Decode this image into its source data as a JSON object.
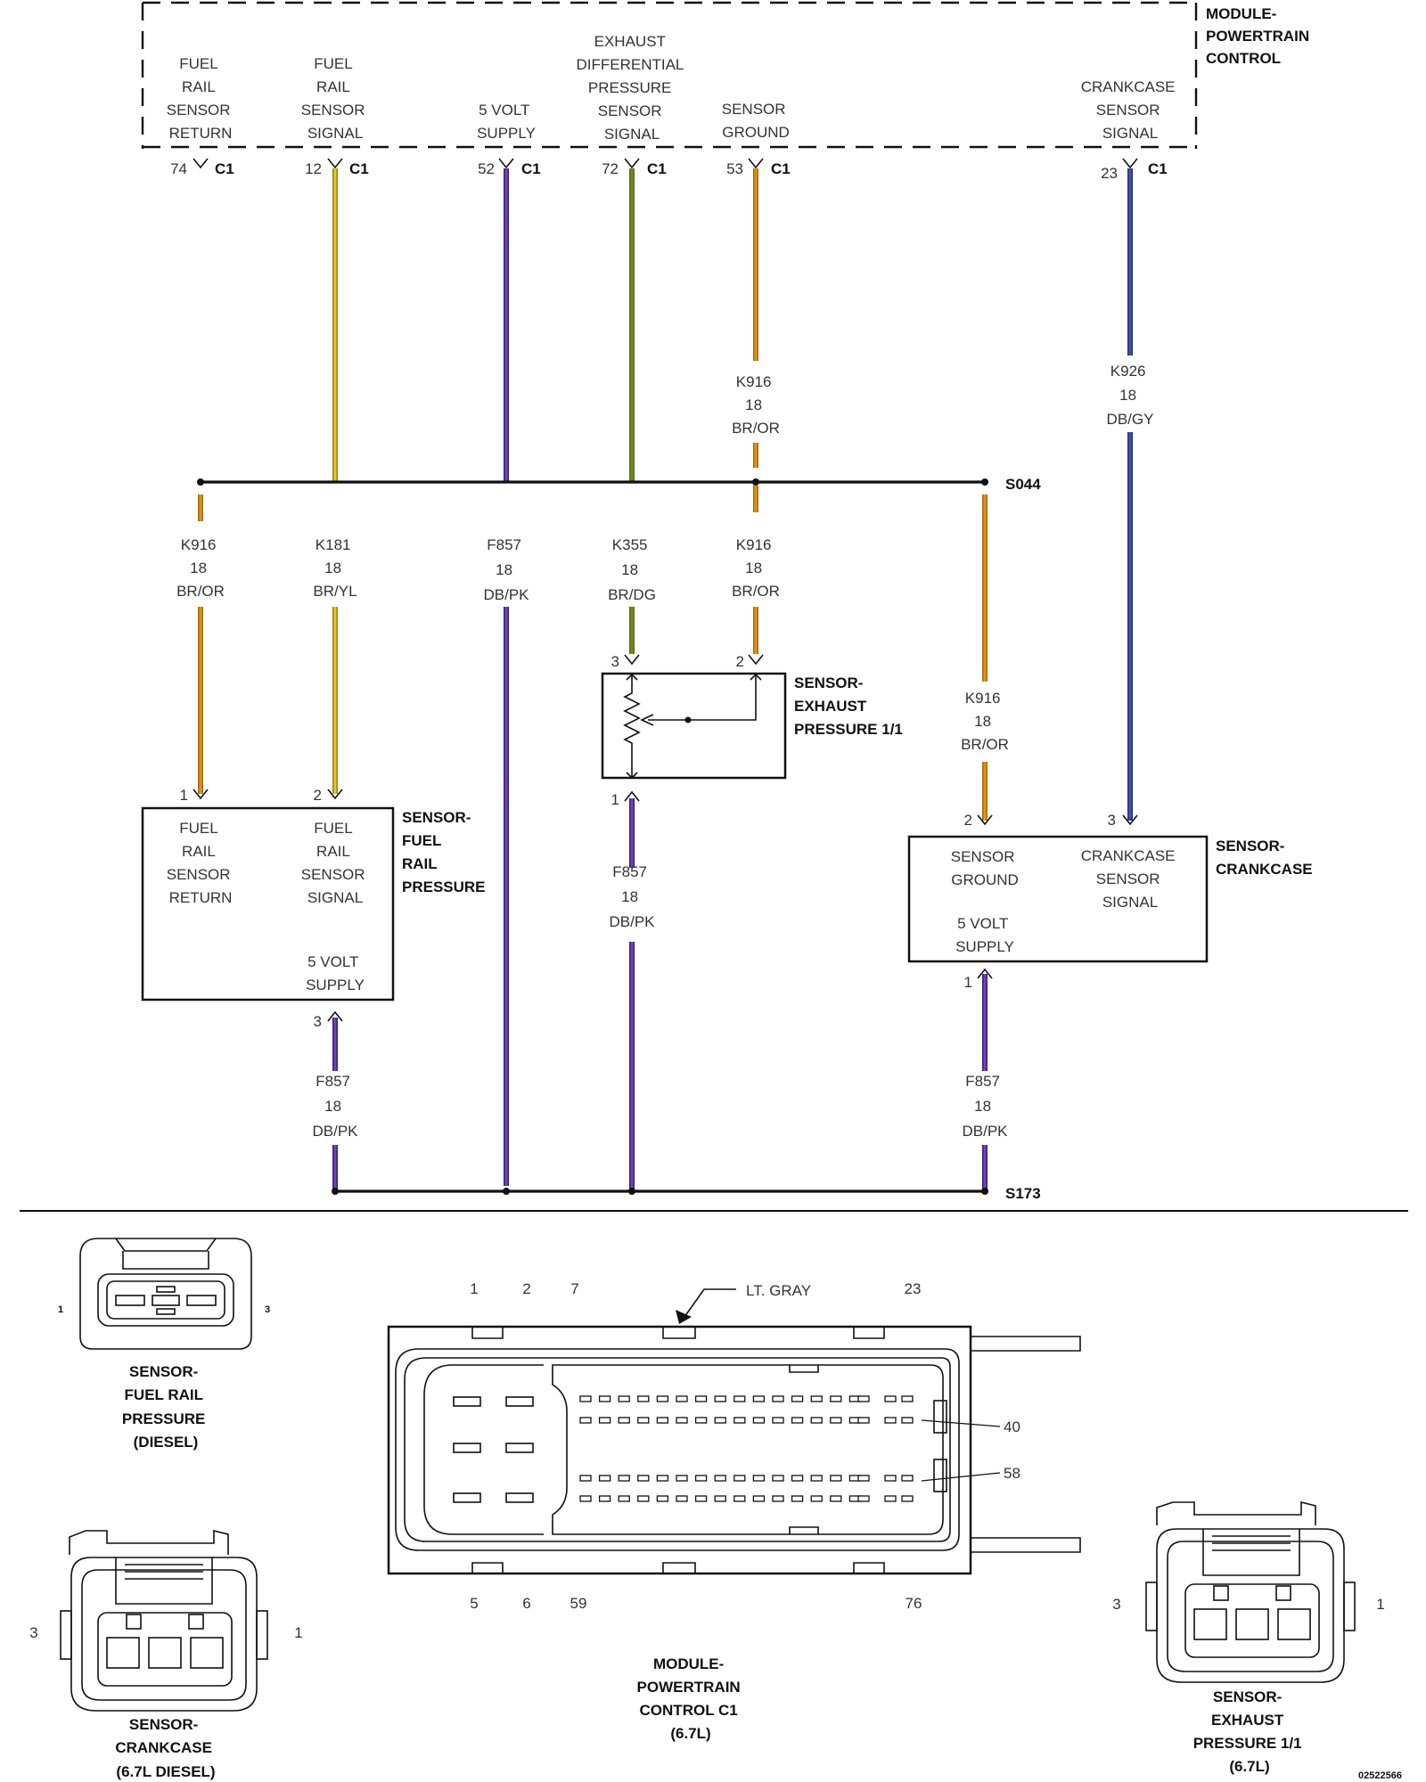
{
  "module": {
    "title": [
      "MODULE-",
      "POWERTRAIN",
      "CONTROL"
    ],
    "pins": [
      {
        "label": [
          "FUEL",
          "RAIL",
          "SENSOR",
          "RETURN"
        ],
        "pin": "74",
        "conn": "C1"
      },
      {
        "label": [
          "FUEL",
          "RAIL",
          "SENSOR",
          "SIGNAL"
        ],
        "pin": "12",
        "conn": "C1"
      },
      {
        "label": [
          "5 VOLT",
          "SUPPLY"
        ],
        "pin": "52",
        "conn": "C1"
      },
      {
        "label": [
          "EXHAUST",
          "DIFFERENTIAL",
          "PRESSURE",
          "SENSOR",
          "SIGNAL"
        ],
        "pin": "72",
        "conn": "C1"
      },
      {
        "label": [
          "SENSOR",
          "GROUND"
        ],
        "pin": "53",
        "conn": "C1"
      },
      {
        "label": [
          "CRANKCASE",
          "SENSOR",
          "SIGNAL"
        ],
        "pin": "23",
        "conn": "C1"
      }
    ]
  },
  "wires": {
    "k916_upper": [
      "K916",
      "18",
      "BR/OR"
    ],
    "k926": [
      "K926",
      "18",
      "DB/GY"
    ],
    "k916_a": [
      "K916",
      "18",
      "BR/OR"
    ],
    "k181": [
      "K181",
      "18",
      "BR/YL"
    ],
    "f857_a": [
      "F857",
      "18",
      "DB/PK"
    ],
    "k355": [
      "K355",
      "18",
      "BR/DG"
    ],
    "k916_b": [
      "K916",
      "18",
      "BR/OR"
    ],
    "k916_c": [
      "K916",
      "18",
      "BR/OR"
    ],
    "f857_b": [
      "F857",
      "18",
      "DB/PK"
    ],
    "f857_c": [
      "F857",
      "18",
      "DB/PK"
    ],
    "f857_d": [
      "F857",
      "18",
      "DB/PK"
    ]
  },
  "splices": {
    "top": "S044",
    "bottom": "S173"
  },
  "exhaust_sensor": {
    "title": [
      "SENSOR-",
      "EXHAUST",
      "PRESSURE 1/1"
    ],
    "pin_signal": "3",
    "pin_ground": "2",
    "pin_supply": "1"
  },
  "fuel_rail_sensor": {
    "title": [
      "SENSOR-",
      "FUEL",
      "RAIL",
      "PRESSURE"
    ],
    "left_label": [
      "FUEL",
      "RAIL",
      "SENSOR",
      "RETURN"
    ],
    "right_label": [
      "FUEL",
      "RAIL",
      "SENSOR",
      "SIGNAL"
    ],
    "supply_label": [
      "5 VOLT",
      "SUPPLY"
    ],
    "pin1": "1",
    "pin2": "2",
    "pin3": "3"
  },
  "crankcase_sensor": {
    "title": [
      "SENSOR-",
      "CRANKCASE"
    ],
    "ground_label": [
      "SENSOR",
      "GROUND"
    ],
    "supply_label": [
      "5 VOLT",
      "SUPPLY"
    ],
    "signal_label": [
      "CRANKCASE",
      "SENSOR",
      "SIGNAL"
    ],
    "pin2": "2",
    "pin3": "3",
    "pin1": "1"
  },
  "connectors": {
    "fuel_rail": {
      "title": [
        "SENSOR-",
        "FUEL RAIL",
        "PRESSURE",
        "(DIESEL)"
      ],
      "left": "1",
      "right": "3"
    },
    "crankcase": {
      "title": [
        "SENSOR-",
        "CRANKCASE",
        "(6.7L DIESEL)"
      ],
      "left": "3",
      "right": "1"
    },
    "pcm": {
      "title": [
        "MODULE-",
        "POWERTRAIN",
        "CONTROL C1",
        "(6.7L)"
      ],
      "color_label": "LT. GRAY",
      "top_nums": [
        "1",
        "2",
        "7",
        "23"
      ],
      "bottom_nums": [
        "5",
        "6",
        "59",
        "76"
      ],
      "side_nums": [
        "40",
        "58"
      ]
    },
    "exhaust": {
      "title": [
        "SENSOR-",
        "EXHAUST",
        "PRESSURE 1/1",
        "(6.7L)"
      ],
      "left": "3",
      "right": "1"
    }
  },
  "figure_id": "02522566",
  "colors": {
    "br_or": "#c8860a",
    "br_yl": "#d6c21a",
    "db_pk": "#2a2a8c",
    "br_dg": "#6b8a1e",
    "db_gy": "#26388e",
    "line": "#111111"
  }
}
